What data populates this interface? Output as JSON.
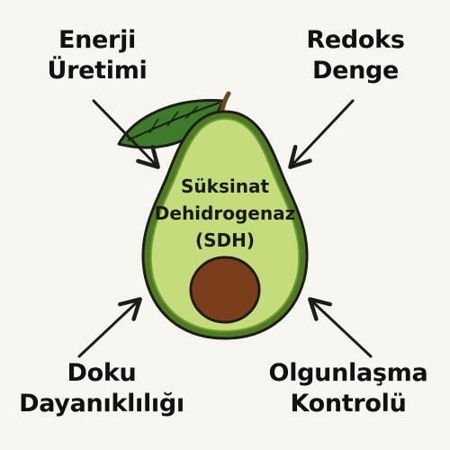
{
  "background_color": "#f6f5ef",
  "center": {
    "line1": "Süksinat",
    "line2": "Dehidrogenaz",
    "line3": "(SDH)",
    "icon": "avocado-icon"
  },
  "labels": {
    "top_left": {
      "line1": "Enerji",
      "line2": "Üretimi"
    },
    "top_right": {
      "line1": "Redoks",
      "line2": "Denge"
    },
    "bottom_left": {
      "line1": "Doku",
      "line2": "Dayanıklılığı"
    },
    "bottom_right": {
      "line1": "Olgunlaşma",
      "line2": "Kontrolü"
    }
  },
  "colors": {
    "avocado_skin": "#4f7a23",
    "avocado_flesh": "#c5dc7c",
    "avocado_pit": "#7a3f1a",
    "leaf": "#3d7a2a",
    "outline": "#1c1c1c"
  }
}
